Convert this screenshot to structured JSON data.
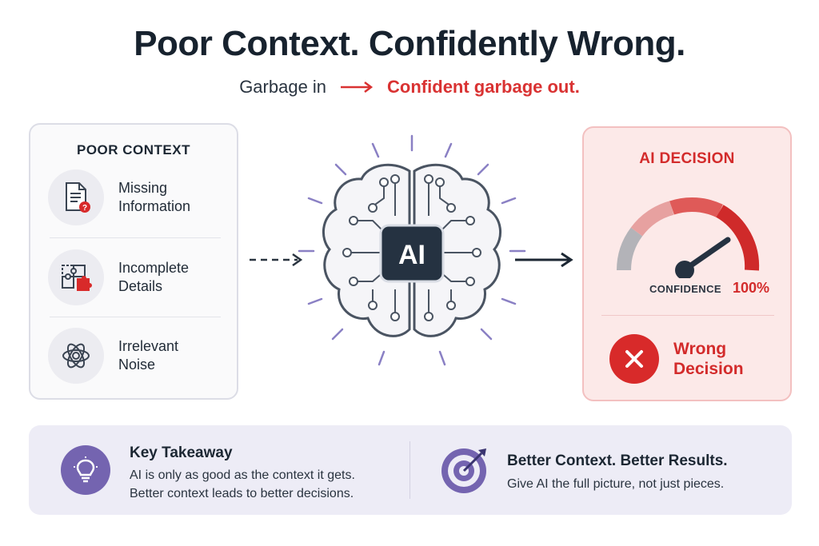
{
  "header": {
    "title": "Poor Context. Confidently Wrong.",
    "subtitle_left": "Garbage in",
    "subtitle_right": "Confident garbage out."
  },
  "poor_context": {
    "title": "POOR CONTEXT",
    "items": [
      {
        "icon": "document-warning-icon",
        "line1": "Missing",
        "line2": "Information"
      },
      {
        "icon": "puzzle-icon",
        "line1": "Incomplete",
        "line2": "Details"
      },
      {
        "icon": "tangled-noise-icon",
        "line1": "Irrelevant",
        "line2": "Noise"
      }
    ]
  },
  "brain": {
    "label": "AI",
    "icon": "ai-brain-icon"
  },
  "decision": {
    "title": "AI DECISION",
    "confidence_label": "CONFIDENCE",
    "confidence_value": "100%",
    "confidence_level": 1.0,
    "result_line1": "Wrong",
    "result_line2": "Decision"
  },
  "takeaway": {
    "title": "Key Takeaway",
    "line1": "AI is only as good as the context it gets.",
    "line2": "Better context leads to better decisions."
  },
  "better": {
    "title": "Better Context. Better Results.",
    "text": "Give AI the full picture, not just pieces."
  },
  "colors": {
    "accent_red": "#d32b2b",
    "purple": "#7464b0",
    "navy": "#17222e"
  }
}
